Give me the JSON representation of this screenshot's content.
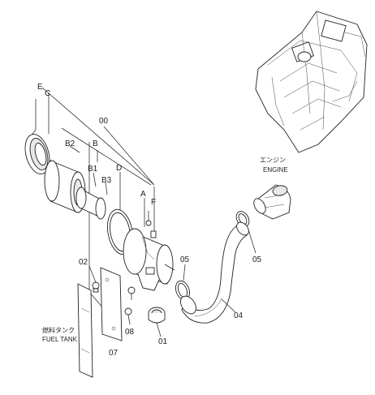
{
  "labels": {
    "E": "E",
    "C": "C",
    "p00": "00",
    "B2": "B2",
    "B": "B",
    "B1": "B1",
    "D": "D",
    "B3": "B3",
    "A": "A",
    "F": "F",
    "p02": "02",
    "p05a": "05",
    "p05b": "05",
    "p04": "04",
    "p01": "01",
    "p08": "08",
    "p07": "07"
  },
  "engine": {
    "jp": "エンジン",
    "en": "ENGINE"
  },
  "fuel_tank": {
    "jp": "燃料タンク",
    "en": "FUEL TANK"
  }
}
